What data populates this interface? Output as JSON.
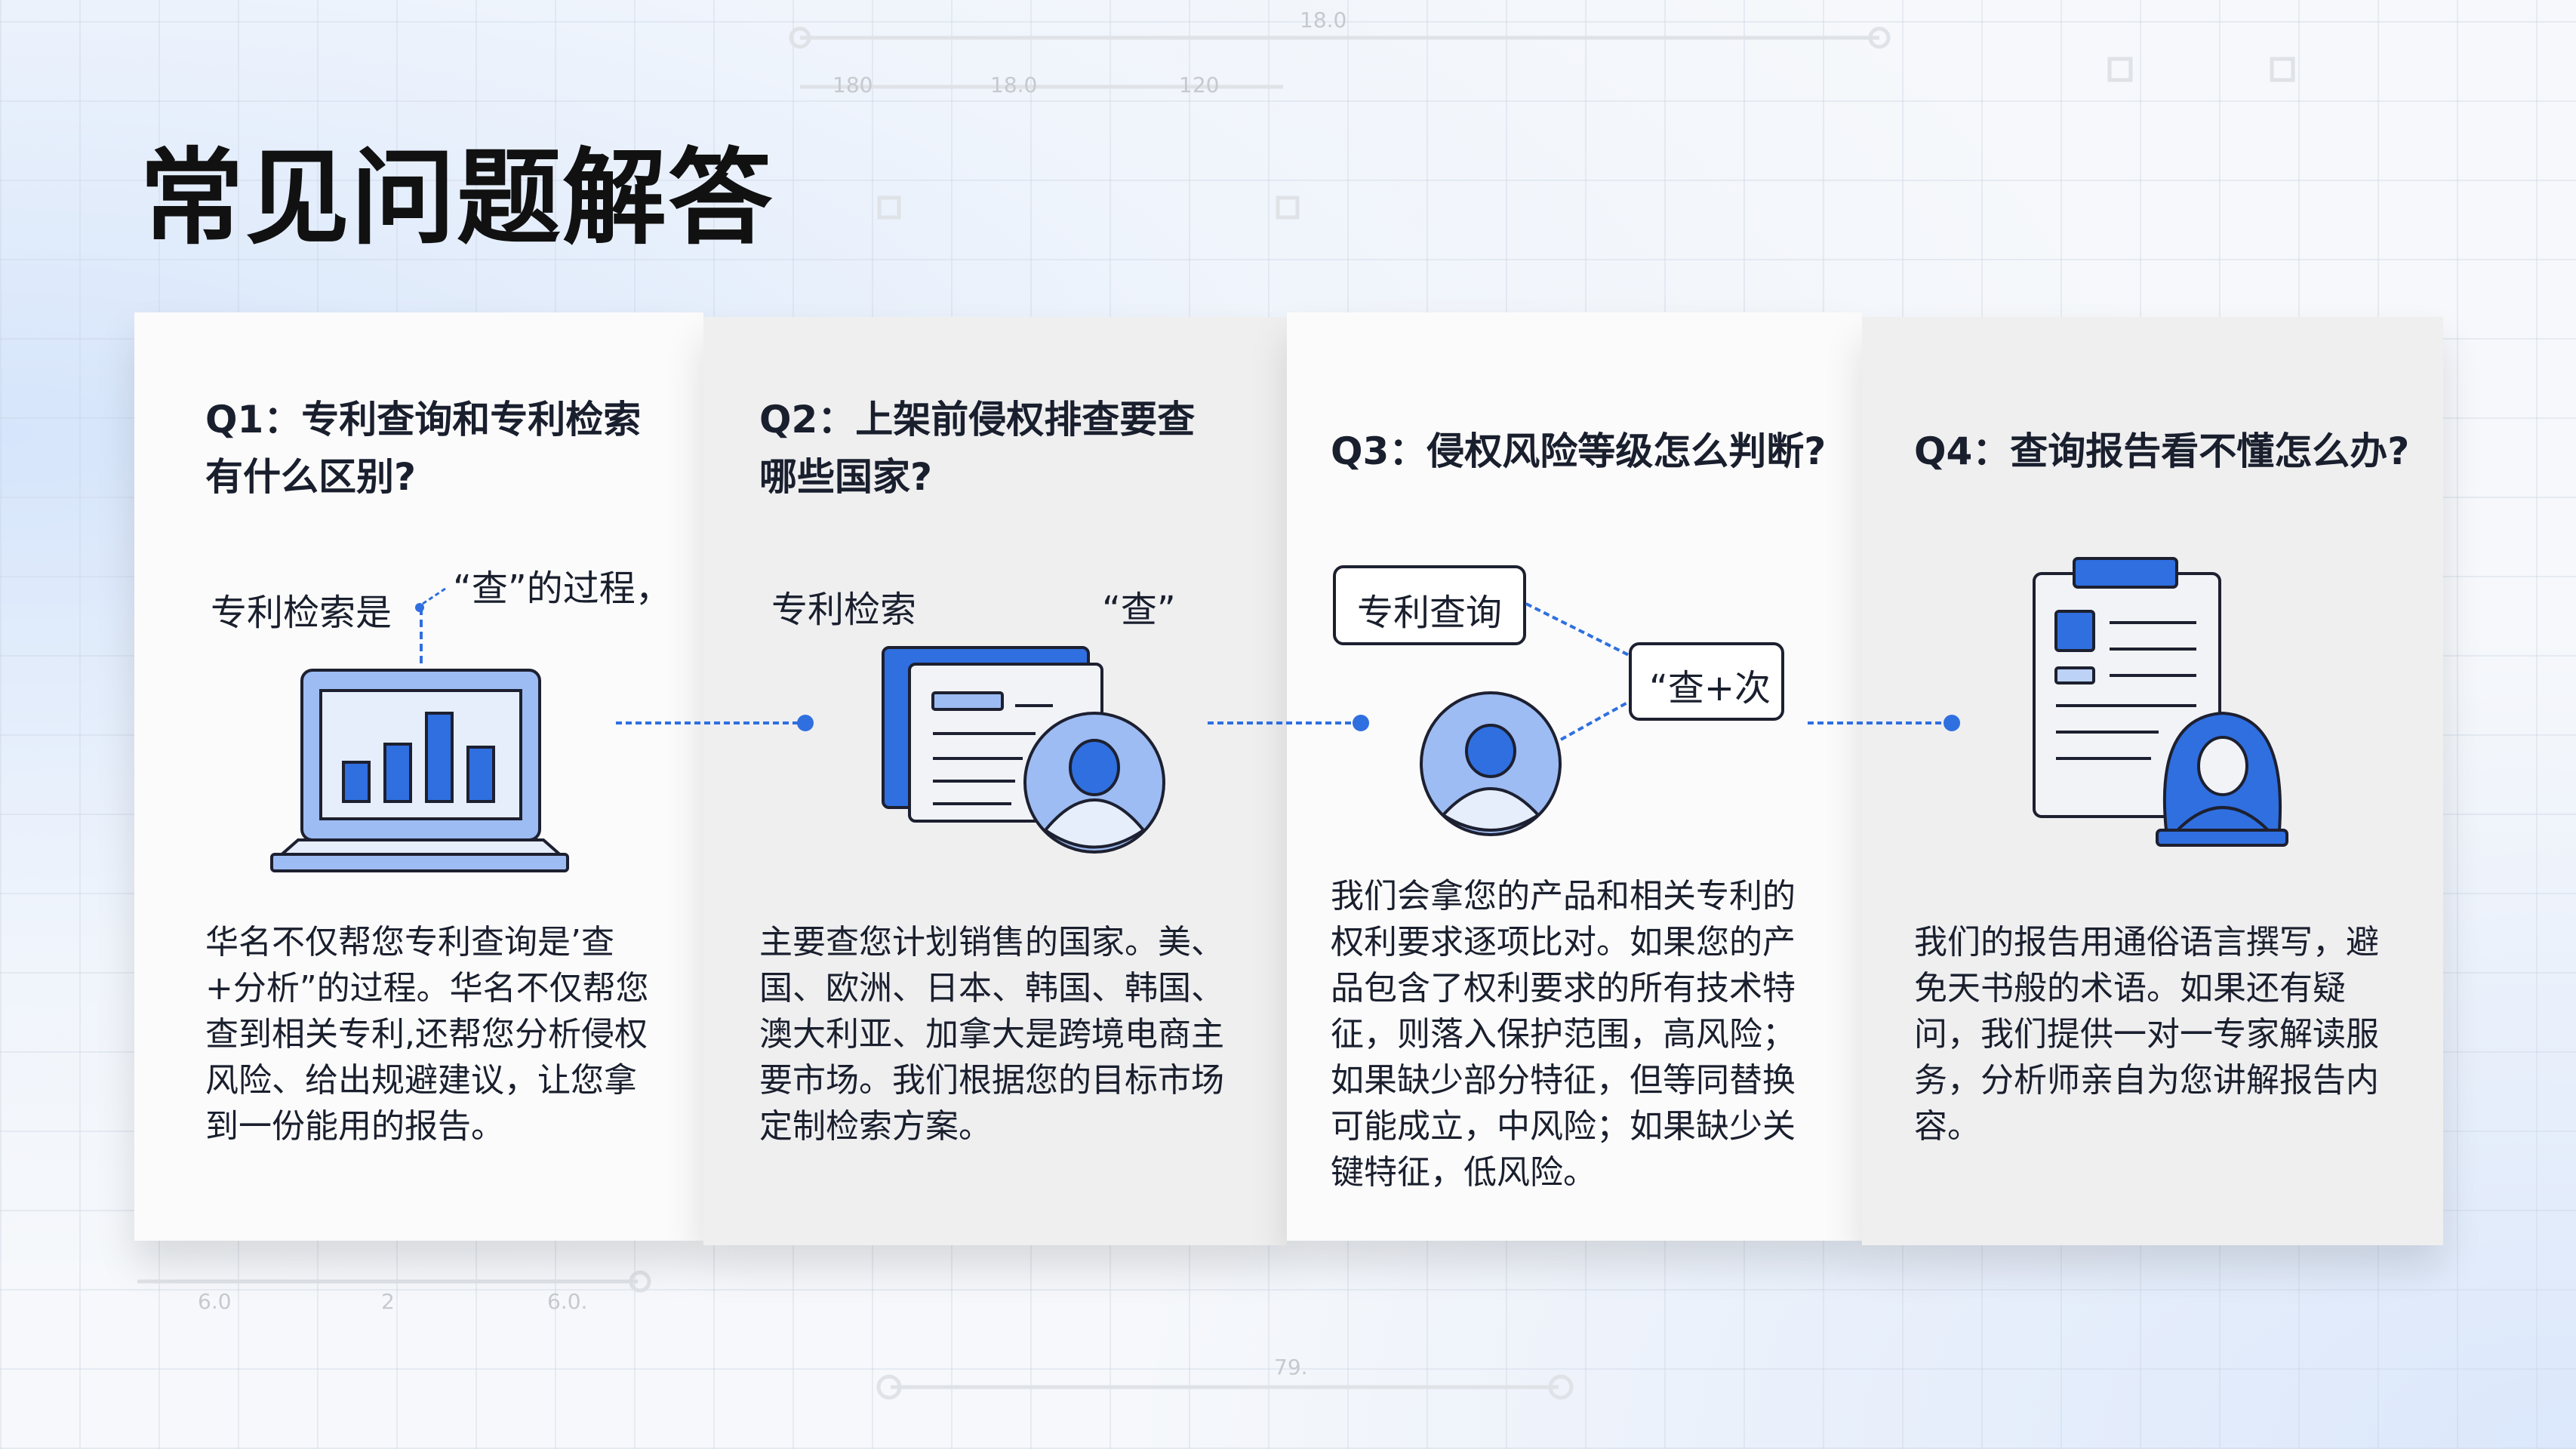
{
  "title": "常见问题解答",
  "background_dimensions": {
    "top_center": "18.0",
    "top_a": "180",
    "top_b": "18.0",
    "top_c": "120",
    "bottom_a": "6.0",
    "bottom_b": "2",
    "bottom_c": "6.0.",
    "bottom_d": "79."
  },
  "colors": {
    "accent": "#2f6fe0",
    "accent_light": "#9dbcf3",
    "text": "#1a1f2e"
  },
  "faq": [
    {
      "question": "Q1：专利查询和专利检索有什么区别?",
      "illustration_labels": [
        "专利检索是",
        "“查”的过程，"
      ],
      "icon": "laptop-chart-icon",
      "answer": "华名不仅帮您专利查询是’查+分析”的过程。华名不仅帮您查到相关专利,还帮您分析侵权风险、给出规避建议，让您拿到一份能用的报告。"
    },
    {
      "question": "Q2：上架前侵权排查要查哪些国家?",
      "illustration_labels": [
        "专利检索",
        "“查”"
      ],
      "icon": "document-user-icon",
      "answer": "主要查您计划销售的国家。美、国、欧洲、日本、韩国、韩国、澳大利亚、加拿大是跨境电商主要市场。我们根据您的目标市场定制检索方案。"
    },
    {
      "question": "Q3：侵权风险等级怎么判断?",
      "illustration_labels": [
        "专利查询",
        "“查+次"
      ],
      "icon": "user-icon",
      "answer": "我们会拿您的产品和相关专利的权利要求逐项比对。如果您的产品包含了权利要求的所有技术特征，则落入保护范围，高风险；如果缺少部分特征，但等同替换可能成立，中风险；如果缺少关键特征，低风险。"
    },
    {
      "question": "Q4：查询报告看不懂怎么办?",
      "illustration_labels": [],
      "icon": "clipboard-user-icon",
      "answer": "我们的报告用通俗语言撰写，避免天书般的术语。如果还有疑问，我们提供一对一专家解读服务，分析师亲自为您讲解报告内容。"
    }
  ]
}
